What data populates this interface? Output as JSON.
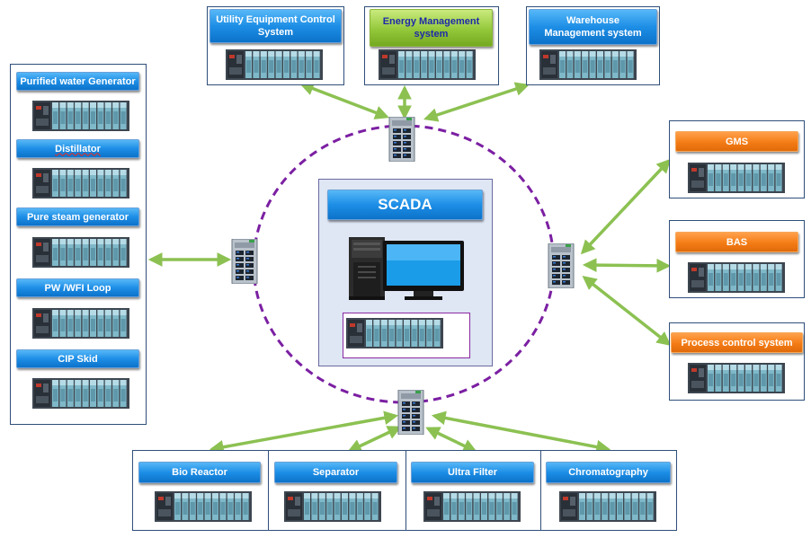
{
  "center": {
    "title": "SCADA"
  },
  "top": [
    {
      "label": "Utility Equipment Control System"
    },
    {
      "label": "Energy Management system"
    },
    {
      "label": "Warehouse Management system"
    }
  ],
  "left": [
    {
      "label": "Purified water Generator"
    },
    {
      "label": "Distillator"
    },
    {
      "label": "Pure steam generator"
    },
    {
      "label": "PW /WFI  Loop"
    },
    {
      "label": "CIP Skid"
    }
  ],
  "right": [
    {
      "label": "GMS"
    },
    {
      "label": "BAS"
    },
    {
      "label": "Process control system"
    }
  ],
  "bottom": [
    {
      "label": "Bio Reactor"
    },
    {
      "label": "Separator"
    },
    {
      "label": "Ultra Filter"
    },
    {
      "label": "Chromatography"
    }
  ],
  "colors": {
    "ring": "#7b1fa2",
    "arrow": "#8cc152",
    "blue_label": "#1d8ee6",
    "green_label": "#94c83b",
    "orange_label": "#f47c16",
    "panel_border": "#2f4f7a",
    "scada_bg": "#dfe6f4"
  },
  "icons": [
    "plc-rack-icon",
    "network-switch-icon",
    "server-tower-icon",
    "monitor-icon"
  ]
}
